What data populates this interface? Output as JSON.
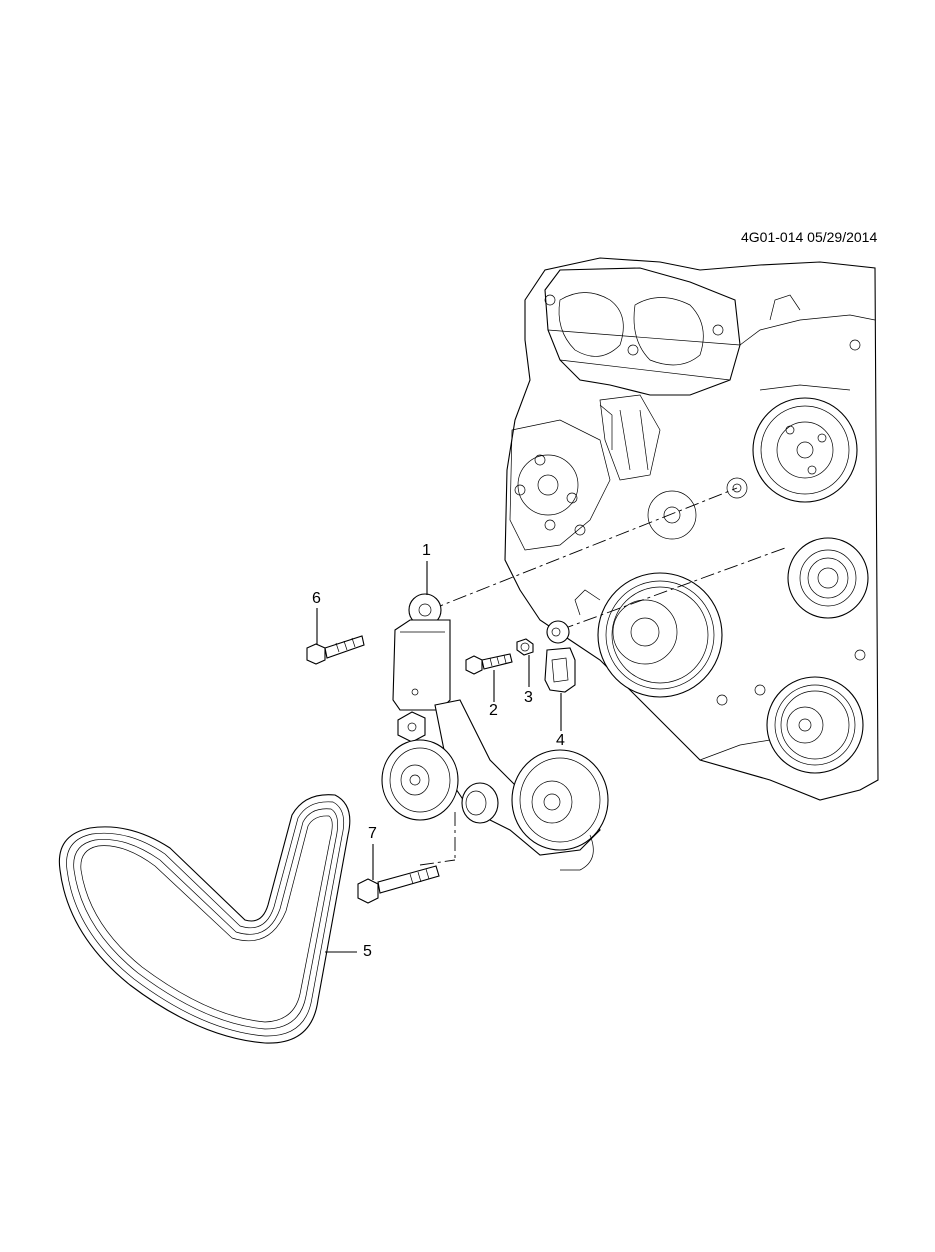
{
  "diagram": {
    "reference_code": "4G01-014 05/29/2014",
    "callouts": [
      {
        "id": "1",
        "label": "1"
      },
      {
        "id": "2",
        "label": "2"
      },
      {
        "id": "3",
        "label": "3"
      },
      {
        "id": "4",
        "label": "4"
      },
      {
        "id": "5",
        "label": "5"
      },
      {
        "id": "6",
        "label": "6"
      },
      {
        "id": "7",
        "label": "7"
      }
    ],
    "line_color": "#000000",
    "background": "#ffffff"
  }
}
